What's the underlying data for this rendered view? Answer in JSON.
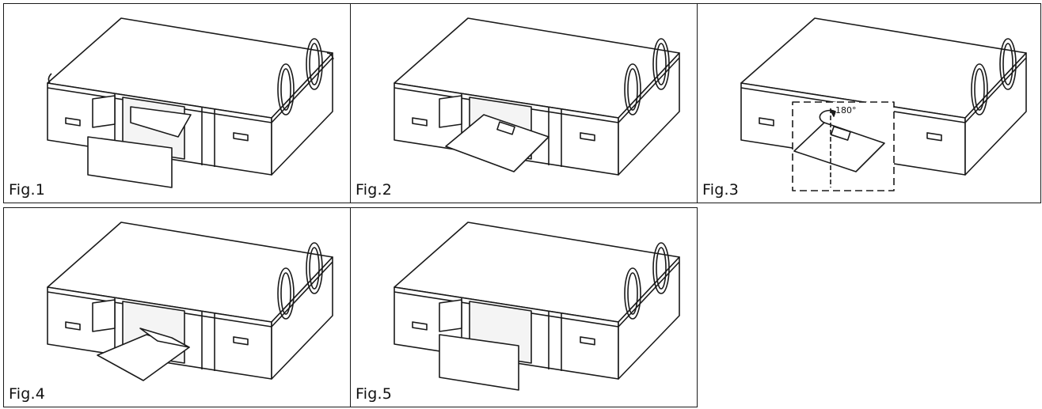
{
  "figures": [
    {
      "caption": "Fig.1",
      "state": "panel-removed"
    },
    {
      "caption": "Fig.2",
      "state": "filter-lowered"
    },
    {
      "caption": "Fig.3",
      "state": "filter-rotated",
      "annotation": "180°"
    },
    {
      "caption": "Fig.4",
      "state": "filter-inserted"
    },
    {
      "caption": "Fig.5",
      "state": "panel-refitted"
    }
  ],
  "colors": {
    "line": "#1a1a1a",
    "background": "#ffffff"
  }
}
